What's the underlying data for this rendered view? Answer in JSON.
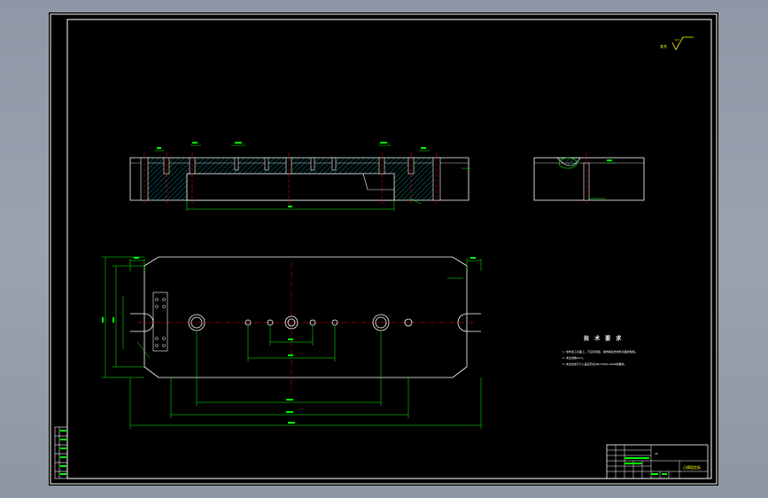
{
  "drawing": {
    "roughness_symbol": "其余",
    "roughness_value": "6.3",
    "tech_requirements": {
      "title": "技 术 要 求",
      "items": [
        "1. 零件加工表面上，不应有划痕、擦伤等损伤零件表面的缺陷。",
        "2. 未注倒角C0.5。",
        "3. 未注线性尺寸公差应符合GB/T1804-2000的要求。"
      ]
    },
    "title_block": {
      "part_name": "凸模固定板",
      "material": "45",
      "scale": "1:1"
    }
  },
  "colors": {
    "background": "#000000",
    "outline": "#ffffff",
    "dimension": "#00ff00",
    "centerline": "#ff0000",
    "hatch": "#00a0a0",
    "text": "#ffff00"
  }
}
